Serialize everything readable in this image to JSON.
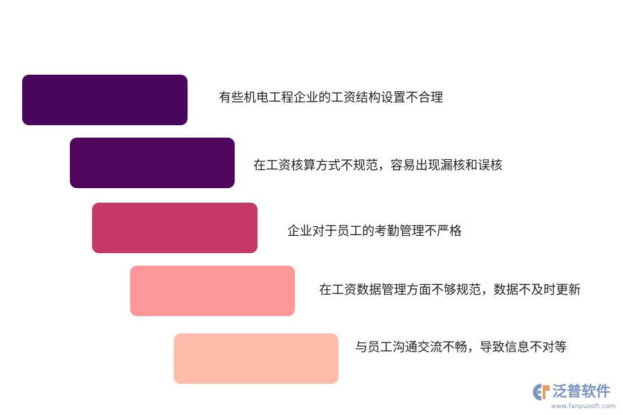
{
  "items": [
    {
      "text": "有些机电工程企业的工资结构设置不合理",
      "color": "#4a065d"
    },
    {
      "text": "在工资核算方式不规范，容易出现漏核和误核",
      "color": "#4f045e"
    },
    {
      "text": "企业对于员工的考勤管理不严格",
      "color": "#c73866"
    },
    {
      "text": "在工资数据管理方面不够规范，数据不及时更新",
      "color": "#fe9797"
    },
    {
      "text": "与员工沟通交流不畅，导致信息不对等",
      "color": "#ffbcab"
    }
  ],
  "watermark": {
    "name": "泛普软件",
    "url": "www.fanpusoft.com",
    "icon": "fanpu-logo-icon"
  }
}
